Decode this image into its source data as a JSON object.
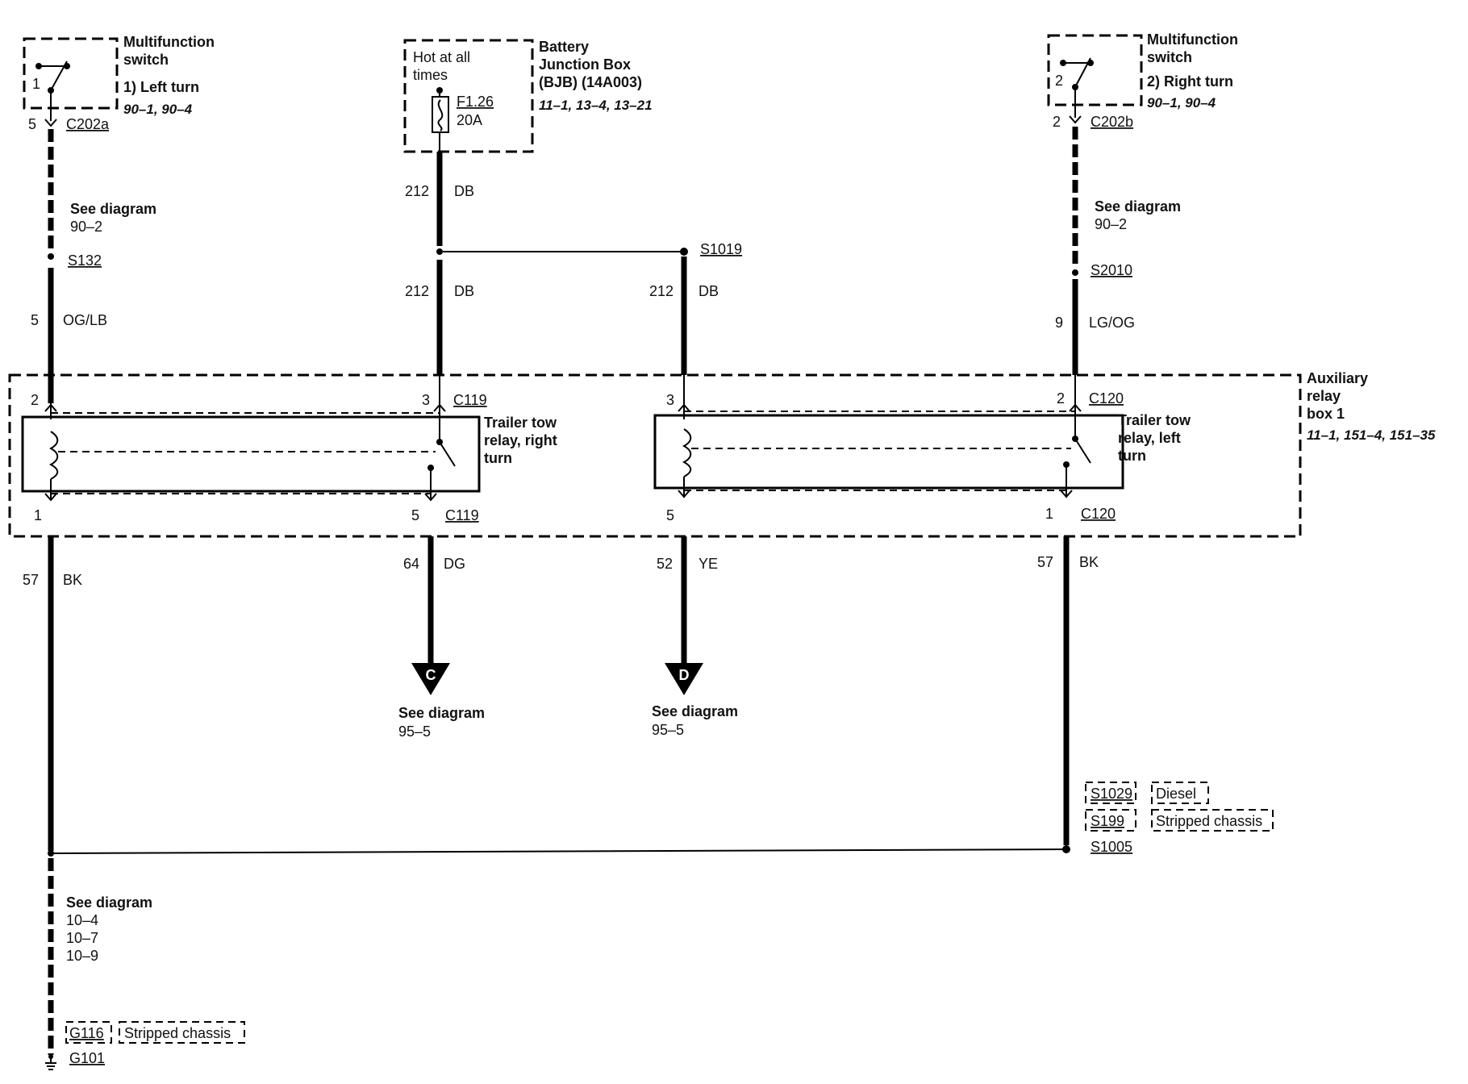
{
  "switch_left": {
    "title_line1": "Multifunction",
    "title_line2": "switch",
    "function": "1) Left turn",
    "refs": "90–1, 90–4",
    "pin": "1",
    "conn_pin": "5",
    "connector": "C202a"
  },
  "switch_right": {
    "title_line1": "Multifunction",
    "title_line2": "switch",
    "function": "2) Right turn",
    "refs": "90–1, 90–4",
    "pin": "2",
    "conn_pin": "2",
    "connector": "C202b"
  },
  "bjb": {
    "title_line1": "Battery",
    "title_line2": "Junction Box",
    "title_line3": "(BJB) (14A003)",
    "refs": "11–1, 13–4, 13–21",
    "hot_line1": "Hot at all",
    "hot_line2": "times",
    "fuse_id": "F1.26",
    "fuse_rating": "20A"
  },
  "wires": {
    "w212_top_num": "212",
    "w212_top_color": "DB",
    "w212_mid_num": "212",
    "w212_mid_color": "DB",
    "w212_right_num": "212",
    "w212_right_color": "DB",
    "w5_num": "5",
    "w5_color": "OG/LB",
    "w9_num": "9",
    "w9_color": "LG/OG",
    "w57_left_num": "57",
    "w57_left_color": "BK",
    "w64_num": "64",
    "w64_color": "DG",
    "w52_num": "52",
    "w52_color": "YE",
    "w57_right_num": "57",
    "w57_right_color": "BK"
  },
  "splices": {
    "s132": "S132",
    "s1019": "S1019",
    "s2010": "S2010",
    "s1005": "S1005",
    "s1029": "S1029",
    "s199": "S199"
  },
  "see_diagram": {
    "label": "See diagram",
    "left_top_ref": "90–2",
    "right_top_ref": "90–2",
    "c_ref": "95–5",
    "d_ref": "95–5",
    "ground_refs": [
      "10–4",
      "10–7",
      "10–9"
    ]
  },
  "aux_box": {
    "title_line1": "Auxiliary",
    "title_line2": "relay",
    "title_line3": "box 1",
    "refs": "11–1, 151–4, 151–35"
  },
  "relay_right": {
    "label_line1": "Trailer tow",
    "label_line2": "relay, right",
    "label_line3": "turn",
    "pin_coil_top": "2",
    "pin_switch_top": "3",
    "conn_top": "C119",
    "pin_coil_bottom": "1",
    "pin_switch_bottom": "5",
    "conn_bottom": "C119"
  },
  "relay_left": {
    "label_line1": "Trailer tow",
    "label_line2": "relay, left",
    "label_line3": "turn",
    "pin_switch_top": "3",
    "pin_coil_top": "2",
    "conn_top": "C120",
    "pin_switch_bottom": "5",
    "pin_coil_bottom": "1",
    "conn_bottom": "C120"
  },
  "connectors_off_page": {
    "c": "C",
    "d": "D"
  },
  "options": {
    "diesel": "Diesel",
    "stripped_chassis_1": "Stripped chassis",
    "stripped_chassis_2": "Stripped chassis"
  },
  "grounds": {
    "g116": "G116",
    "g101": "G101"
  }
}
